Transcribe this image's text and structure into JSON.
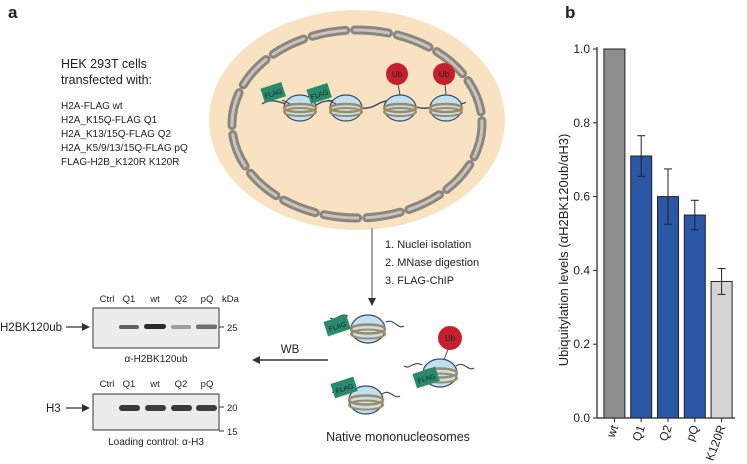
{
  "panel_a": {
    "letter": "a",
    "cells_line1": "HEK 293T cells",
    "cells_line2": "transfected with:",
    "constructs": [
      "H2A-FLAG wt",
      "H2A_K15Q-FLAG Q1",
      "H2A_K13/15Q-FLAG Q2",
      "H2A_K5/9/13/15Q-FLAG pQ",
      "FLAG-H2B_K120R K120R"
    ],
    "flag_tag": "FLAG",
    "ub_tag": "Ub",
    "steps": [
      "1.  Nuclei isolation",
      "2.  MNase digestion",
      "3.  FLAG-ChIP"
    ],
    "wb_label": "WB",
    "native_label": "Native mononucleosomes",
    "blot_top": {
      "lanes": [
        "Ctrl",
        "Q1",
        "wt",
        "Q2",
        "pQ"
      ],
      "unit": "kDa",
      "marker": "25",
      "row_label": "H2BK120ub",
      "caption": "α-H2BK120ub"
    },
    "blot_bottom": {
      "lanes": [
        "Ctrl",
        "Q1",
        "wt",
        "Q2",
        "pQ"
      ],
      "markers": [
        "20",
        "15"
      ],
      "row_label": "H3",
      "caption": "Loading control: α-H3"
    }
  },
  "panel_b": {
    "letter": "b"
  },
  "colors": {
    "nucleus_fill": "#f9e2c2",
    "nuclear_envelope": "#8a8680",
    "flag_green": "#2a8a6e",
    "ub_red": "#c4202e",
    "bar_gray": "#8e8e8e",
    "bar_blue": "#2a57a6",
    "bar_light": "#d4d4d4"
  },
  "chart_data": {
    "type": "bar",
    "ylabel": "Ubiquitylation levels (αH2BK120ub/αH3)",
    "ylim": [
      0,
      1.0
    ],
    "yticks": [
      "0.0",
      "0.2",
      "0.4",
      "0.6",
      "0.8",
      "1.0"
    ],
    "categories": [
      "wt",
      "Q1",
      "Q2",
      "pQ",
      "K120R"
    ],
    "values": [
      1.0,
      0.71,
      0.6,
      0.55,
      0.37
    ],
    "errors": [
      0,
      0.055,
      0.075,
      0.04,
      0.035
    ],
    "bar_colors": [
      "#8e8e8e",
      "#2a57a6",
      "#2a57a6",
      "#2a57a6",
      "#d4d4d4"
    ]
  }
}
